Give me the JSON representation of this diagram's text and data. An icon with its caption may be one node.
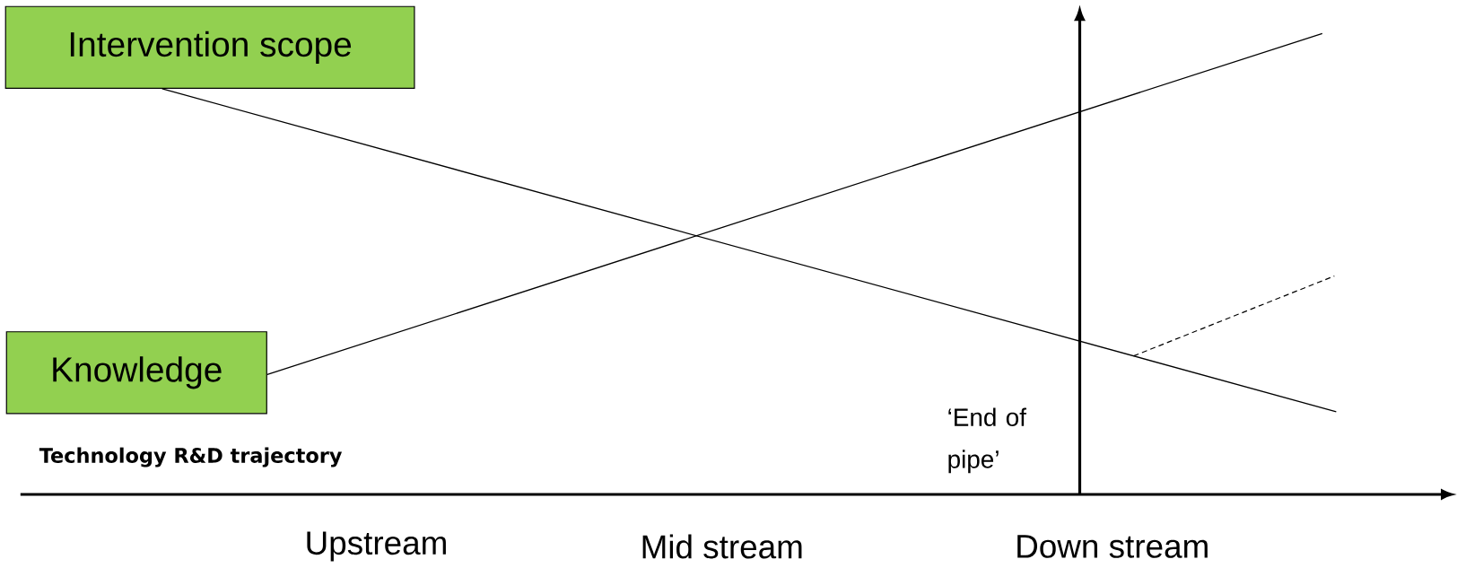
{
  "diagram": {
    "nodes": [
      {
        "text": [
          "Intervention scope"
        ]
      },
      {
        "text": [
          "Knowledge"
        ]
      }
    ],
    "edges": [
      {
        "from": 0,
        "to": null,
        "arrow": "none"
      },
      {
        "from": 1,
        "to": null,
        "arrow": "none"
      }
    ],
    "labels": [
      "Technology R&D trajectory",
      "‘End of pipe’",
      "Upstream",
      "Mid stream",
      "Down stream"
    ]
  }
}
